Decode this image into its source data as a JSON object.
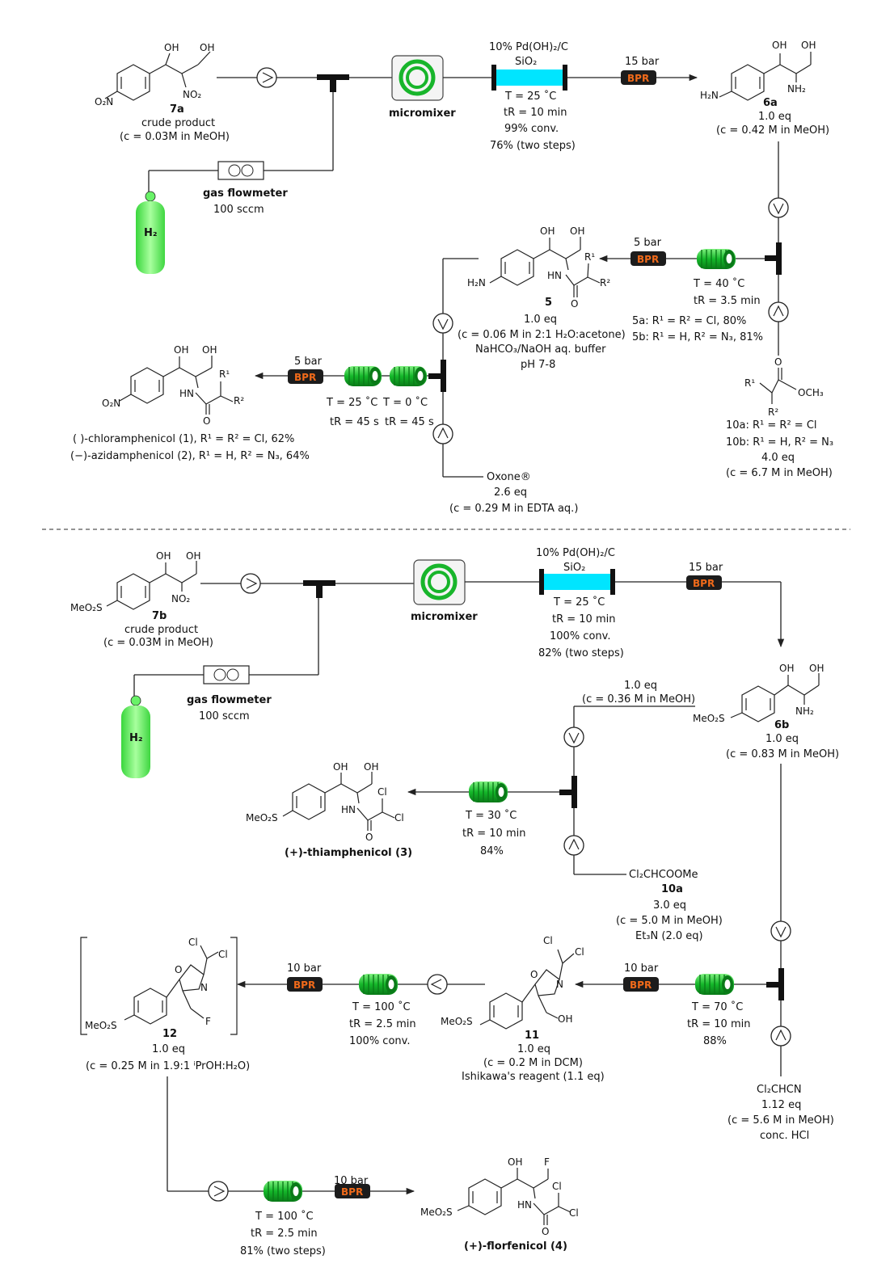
{
  "colors": {
    "reactor": "#17b52a",
    "reactor_dark": "#0b7a17",
    "cartridge": "#00e5ff",
    "h2_cylinder": "#69f268",
    "bpr_bg": "#1c1c1c",
    "bpr_text": "#f06a1a"
  },
  "icons": [
    "pump-icon",
    "t-mixer-icon",
    "micromixer-icon",
    "column-icon",
    "bpr-icon",
    "coil-reactor-icon",
    "gas-flowmeter-icon",
    "h2-cylinder-icon",
    "arrow-icon"
  ],
  "common": {
    "bpr": "BPR",
    "micromixer": "micromixer",
    "h2": "H₂",
    "gas_flowmeter": "gas flowmeter",
    "sccm": "100 sccm",
    "cat": "10% Pd(OH)₂/C",
    "sio2": "SiO₂",
    "temp25": "T = 25 ˚C",
    "tr10": "tR = 10 min",
    "bar15": "15 bar",
    "bar5": "5 bar",
    "bar10": "10 bar"
  },
  "atoms": {
    "oh": "OH",
    "no2": "NO₂",
    "o2n": "O₂N",
    "h2n": "H₂N",
    "nh2": "NH₂",
    "hn": "HN",
    "o": "O",
    "n": "N",
    "f": "F",
    "cl": "Cl",
    "meo2s": "MeO₂S",
    "r1": "R¹",
    "r2": "R²",
    "och3": "OCH₃"
  },
  "top": {
    "sm_label": "7a",
    "sm_desc": "crude product",
    "sm_conc": "(c = 0.03M in MeOH)",
    "hyd_conv": "99% conv.",
    "hyd_yield": "76% (two steps)",
    "p6a_label": "6a",
    "p6a_eq": "1.0 eq",
    "p6a_conc": "(c = 0.42 M in MeOH)",
    "acyl_temp": "T = 40 ˚C",
    "acyl_tr": "tR = 3.5 min",
    "y5a": "5a: R¹ = R² = Cl, 80%",
    "y5b": "5b: R¹ = H, R² = N₃, 81%",
    "reag10_a": "10a: R¹ = R² = Cl",
    "reag10_b": "10b: R¹ = H, R² = N₃",
    "reag10_eq": "4.0 eq",
    "reag10_conc": "(c = 6.7 M in MeOH)",
    "p5_label": "5",
    "p5_eq": "1.0 eq",
    "p5_conc": "(c = 0.06 M in 2:1 H₂O:acetone)",
    "p5_buffer": "NaHCO₃/NaOH aq. buffer",
    "p5_ph": "pH 7-8",
    "ox_t1": "T = 25 ˚C",
    "ox_t2": "T = 0 ˚C",
    "ox_tr1": "tR = 45 s",
    "ox_tr2": "tR = 45 s",
    "oxone": "Oxone®",
    "oxone_eq": "2.6 eq",
    "oxone_conc": "(c = 0.29 M in EDTA aq.)",
    "prod1": "( )-chloramphenicol (1), R¹ = R² = Cl, 62%",
    "prod2": "(−)-azidamphenicol (2), R¹ = H, R² = N₃, 64%"
  },
  "bottom": {
    "sm_label": "7b",
    "sm_desc": "crude product",
    "sm_conc": "(c = 0.03M in MeOH)",
    "hyd_conv": "100% conv.",
    "hyd_yield": "82% (two steps)",
    "p6b_label": "6b",
    "p6b_eq": "1.0 eq",
    "p6b_conc": "(c = 0.83 M in MeOH)",
    "thia_feed_eq": "1.0 eq",
    "thia_feed_conc": "(c = 0.36 M in MeOH)",
    "thia_temp": "T = 30 ˚C",
    "thia_tr": "tR = 10 min",
    "thia_yield": "84%",
    "thia_name": "(+)-thiamphenicol (3)",
    "reag_name": "Cl₂CHCOOMe",
    "reag_label": "10a",
    "reag_eq": "3.0 eq",
    "reag_conc": "(c = 5.0 M in MeOH)",
    "reag_base": "Et₃N (2.0 eq)",
    "ox_temp": "T = 70 ˚C",
    "ox_tr": "tR = 10 min",
    "ox_yield": "88%",
    "nitrile": "Cl₂CHCN",
    "nitrile_eq": "1.12 eq",
    "nitrile_conc": "(c = 5.6 M in MeOH)",
    "nitrile_acid": "conc. HCl",
    "p11_label": "11",
    "p11_eq": "1.0 eq",
    "p11_conc": "(c = 0.2 M in DCM)",
    "p11_reagent": "Ishikawa's reagent (1.1 eq)",
    "fl_temp": "T = 100 ˚C",
    "fl_tr": "tR = 2.5 min",
    "fl_conv": "100% conv.",
    "p12_label": "12",
    "p12_eq": "1.0 eq",
    "p12_conc": "(c = 0.25 M in 1.9:1 ⁱPrOH:H₂O)",
    "hyd2_temp": "T = 100 ˚C",
    "hyd2_tr": "tR = 2.5 min",
    "hyd2_yield": "81% (two steps)",
    "flor_name": "(+)-florfenicol (4)"
  }
}
